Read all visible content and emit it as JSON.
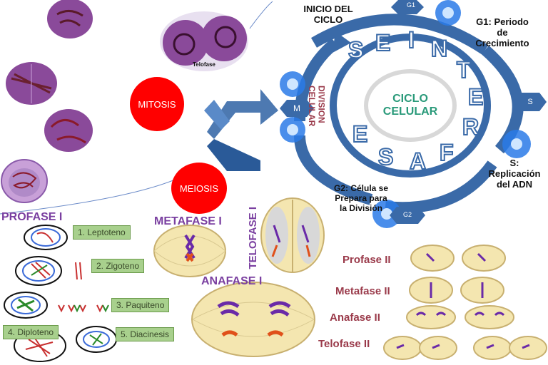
{
  "cycle": {
    "center_title": "CICLO CELULAR",
    "ring_letters": [
      "S",
      "E",
      "I",
      "N",
      "T",
      "E",
      "R",
      "F",
      "A",
      "S",
      "E"
    ],
    "inicio": "INICIO DEL CICLO",
    "g1_badge": "G1",
    "g1_label_line1": "G1: Periodo",
    "g1_label_line2": "de",
    "g1_label_line3": "Crecimiento",
    "s_badge": "S",
    "s_label_line1": "S:",
    "s_label_line2": "Replicación",
    "s_label_line3": "del ADN",
    "g2_badge": "G2",
    "g2_label_line1": "G2: Célula se",
    "g2_label_line2": "Prepara para",
    "g2_label_line3": "la División",
    "m_badge": "M",
    "division_line1": "DIVISION",
    "division_line2": "CELULAR"
  },
  "types": {
    "mitosis": "MITOSIS",
    "meiosis": "MEIOSIS",
    "telofase_small": "Telofase"
  },
  "meiosis1": {
    "profase": "PROFASE I",
    "stages": [
      "1. Leptoteno",
      "2. Zigoteno",
      "3. Paquiteno",
      "4. Diploteno",
      "5. Diacinesis"
    ],
    "metafase": "METAFASE I",
    "anafase": "ANAFASE I",
    "telofase": "TELOFASE I"
  },
  "meiosis2": [
    "Profase II",
    "Metafase II",
    "Anafase II",
    "Telofase II"
  ],
  "colors": {
    "red": "#ff0000",
    "purple": "#7a3fa0",
    "maroon": "#9a3a4a",
    "blue": "#3a6aa8",
    "green": "#a8d08d"
  }
}
